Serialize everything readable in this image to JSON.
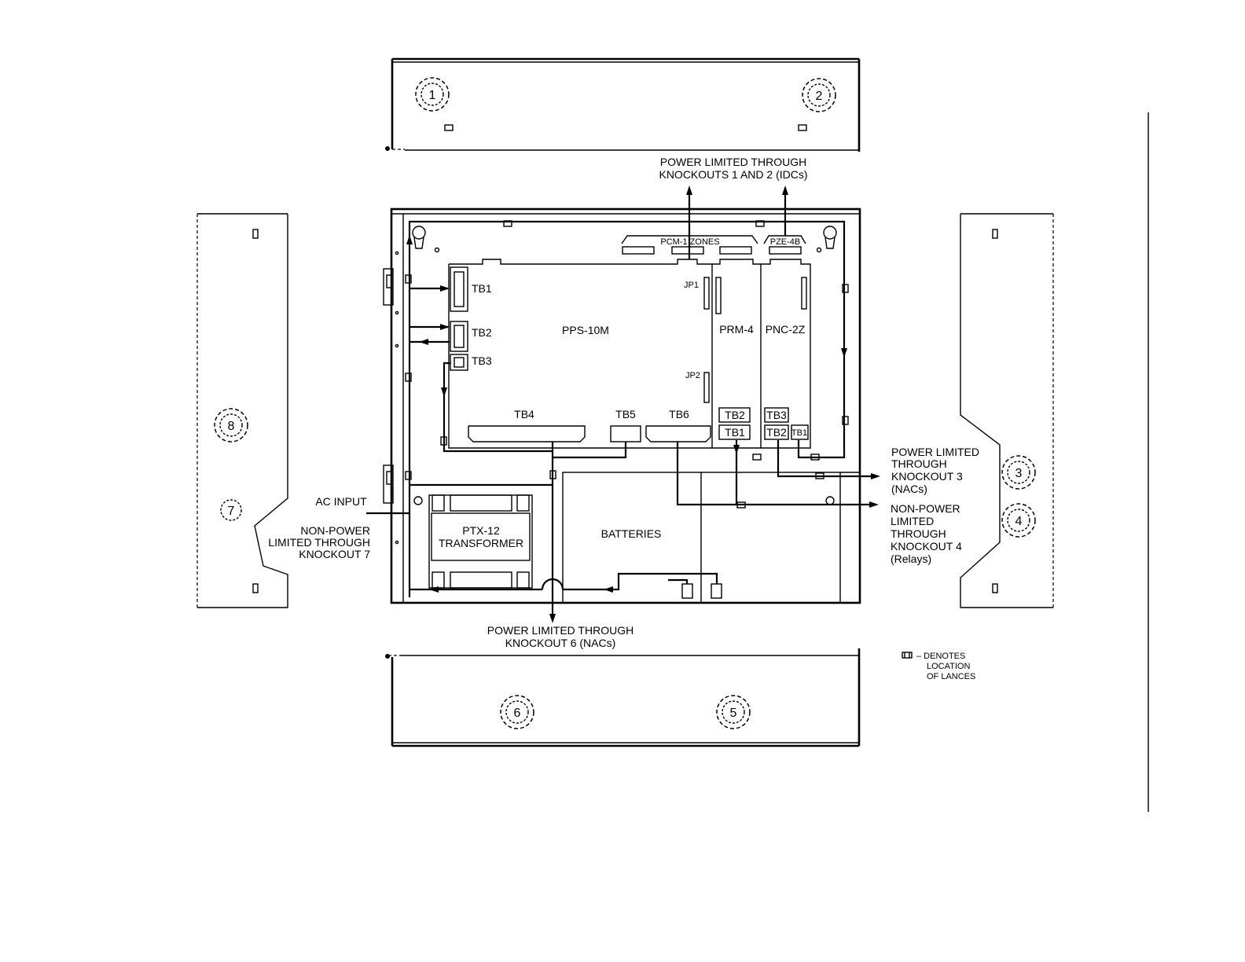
{
  "labels": {
    "top_note_1": "POWER LIMITED THROUGH",
    "top_note_2": "KNOCKOUTS 1 AND 2 (IDCs)",
    "pcm_zones": "PCM-1 ZONES",
    "pze": "PZE-4B",
    "pps": "PPS-10M",
    "prm": "PRM-4",
    "pnc": "PNC-2Z",
    "tb1": "TB1",
    "tb2": "TB2",
    "tb3": "TB3",
    "tb4": "TB4",
    "tb5": "TB5",
    "tb6": "TB6",
    "jp1": "JP1",
    "jp2": "JP2",
    "prm_tb2": "TB2",
    "prm_tb1": "TB1",
    "pnc_tb3": "TB3",
    "pnc_tb2": "TB2",
    "pnc_tb1": "TB1",
    "ac_input": "AC INPUT",
    "np7_1": "NON-POWER",
    "np7_2": "LIMITED THROUGH",
    "np7_3": "KNOCKOUT 7",
    "ptx_1": "PTX-12",
    "ptx_2": "TRANSFORMER",
    "batteries": "BATTERIES",
    "k3_1": "POWER LIMITED",
    "k3_2": "THROUGH",
    "k3_3": "KNOCKOUT 3",
    "k3_4": "(NACs)",
    "k4_1": "NON-POWER",
    "k4_2": "LIMITED",
    "k4_3": "THROUGH",
    "k4_4": "KNOCKOUT 4",
    "k4_5": "(Relays)",
    "k6_1": "POWER LIMITED THROUGH",
    "k6_2": "KNOCKOUT 6 (NACs)",
    "legend_1": "– DENOTES",
    "legend_2": "LOCATION",
    "legend_3": "OF LANCES"
  },
  "knockouts": [
    "1",
    "2",
    "3",
    "4",
    "5",
    "6",
    "7",
    "8"
  ]
}
